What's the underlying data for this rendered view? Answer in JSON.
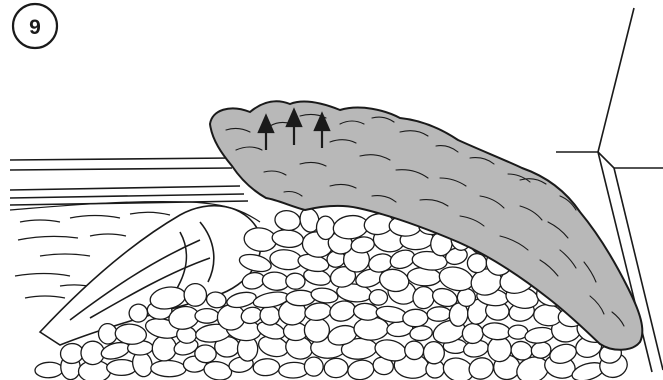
{
  "step": {
    "number": "9"
  },
  "colors": {
    "outline": "#1a1a1a",
    "rock_fill": "#b8b8b8",
    "pebble_fill": "#ffffff",
    "background": "#ffffff"
  },
  "arrows": {
    "count": 3,
    "direction": "up"
  }
}
